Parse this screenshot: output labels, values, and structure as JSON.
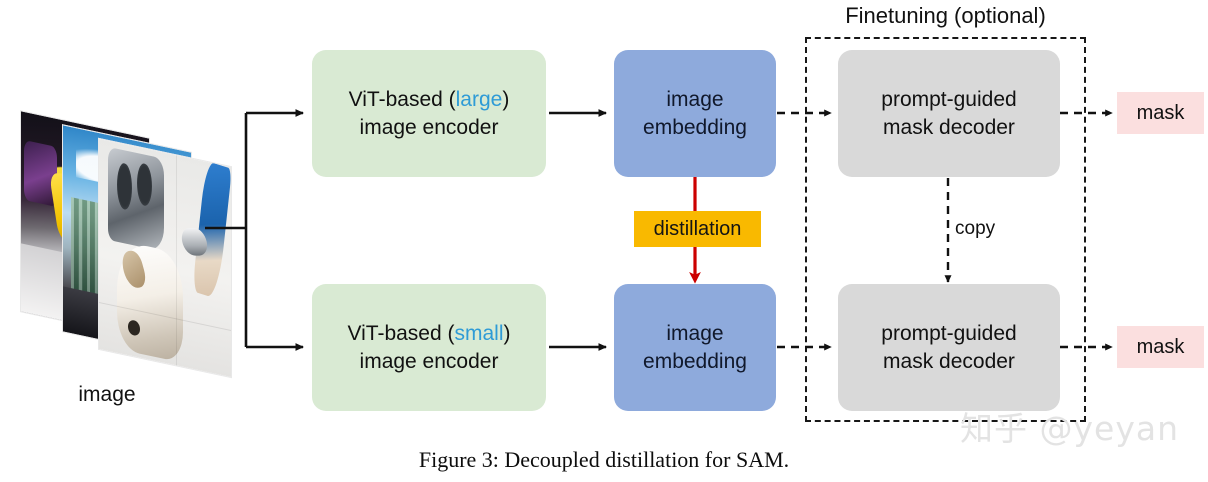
{
  "figure": {
    "caption": "Figure 3: Decoupled distillation for SAM.",
    "watermark": "知乎 @yeyan"
  },
  "labels": {
    "image": "image",
    "finetuning": "Finetuning (optional)",
    "copy": "copy",
    "distillation": "distillation"
  },
  "nodes": {
    "encoder_large": {
      "line1_prefix": "ViT-based (",
      "line1_accent": "large",
      "line1_suffix": ")",
      "line2": "image encoder"
    },
    "encoder_small": {
      "line1_prefix": "ViT-based (",
      "line1_accent": "small",
      "line1_suffix": ")",
      "line2": "image encoder"
    },
    "embedding_top": {
      "line1": "image",
      "line2": "embedding"
    },
    "embedding_bottom": {
      "line1": "image",
      "line2": "embedding"
    },
    "decoder_top": {
      "line1": "prompt-guided",
      "line2": "mask decoder"
    },
    "decoder_bottom": {
      "line1": "prompt-guided",
      "line2": "mask decoder"
    },
    "mask_top": {
      "label": "mask"
    },
    "mask_bottom": {
      "label": "mask"
    }
  },
  "colors": {
    "encoder_green": "#d9ead3",
    "embedding_blue": "#8eaadc",
    "decoder_gray": "#d9d9d9",
    "mask_pink": "#fbdfdf",
    "distillation_yellow": "#f9b900",
    "distillation_arrow_red": "#cc0000",
    "accent_text_blue": "#2e9bd6",
    "arrow_black": "#111111",
    "watermark_gray": "#e3e3e3"
  }
}
